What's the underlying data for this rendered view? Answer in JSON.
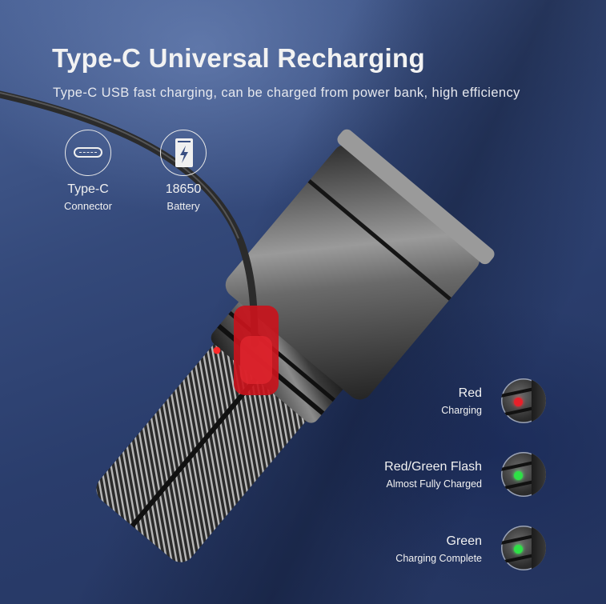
{
  "header": {
    "title": "Type-C Universal Recharging",
    "subtitle": "Type-C USB fast charging, can be charged from power bank, high efficiency"
  },
  "features": [
    {
      "icon": "usb-c-icon",
      "line1": "Type-C",
      "line2": "Connector"
    },
    {
      "icon": "battery-icon",
      "line1": "18650",
      "line2": "Battery"
    }
  ],
  "indicators": [
    {
      "title": "Red",
      "caption": "Charging",
      "color": "#e8202a"
    },
    {
      "title": "Red/Green Flash",
      "caption": "Almost Fully Charged",
      "color": "#2ee046"
    },
    {
      "title": "Green",
      "caption": "Charging Complete",
      "color": "#2ee046"
    }
  ],
  "colors": {
    "background": "#34497a",
    "connector_red": "#c8141c",
    "text": "#f2f2f2"
  }
}
